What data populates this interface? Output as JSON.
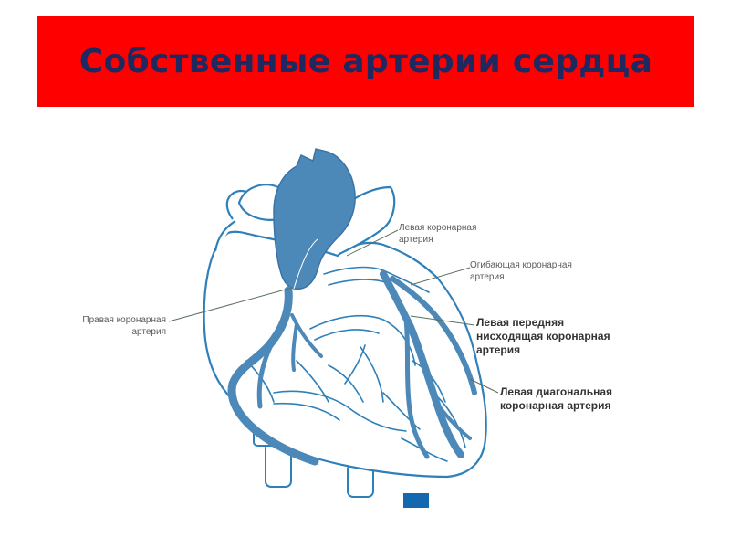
{
  "title": "Собственные артерии сердца",
  "colors": {
    "banner": "#fe0000",
    "title_text": "#202860",
    "artery": "#4c88b8",
    "outline": "#2f80b9",
    "vein_light": "#e6eef6"
  },
  "labels": {
    "left_coronary": {
      "line1": "Левая коронарная",
      "line2": "артерия"
    },
    "circumflex": {
      "line1": "Огибающая коронарная",
      "line2": "артерия"
    },
    "right_coronary": {
      "line1": "Правая коронарная",
      "line2": "артерия"
    },
    "lad": {
      "line1": "Левая передняя",
      "line2": "нисходящая коронарная",
      "line3": "артерия"
    },
    "diagonal": {
      "line1": "Левая диагональная",
      "line2": "коронарная артерия"
    }
  },
  "legend_marker_icon": "blue-square"
}
